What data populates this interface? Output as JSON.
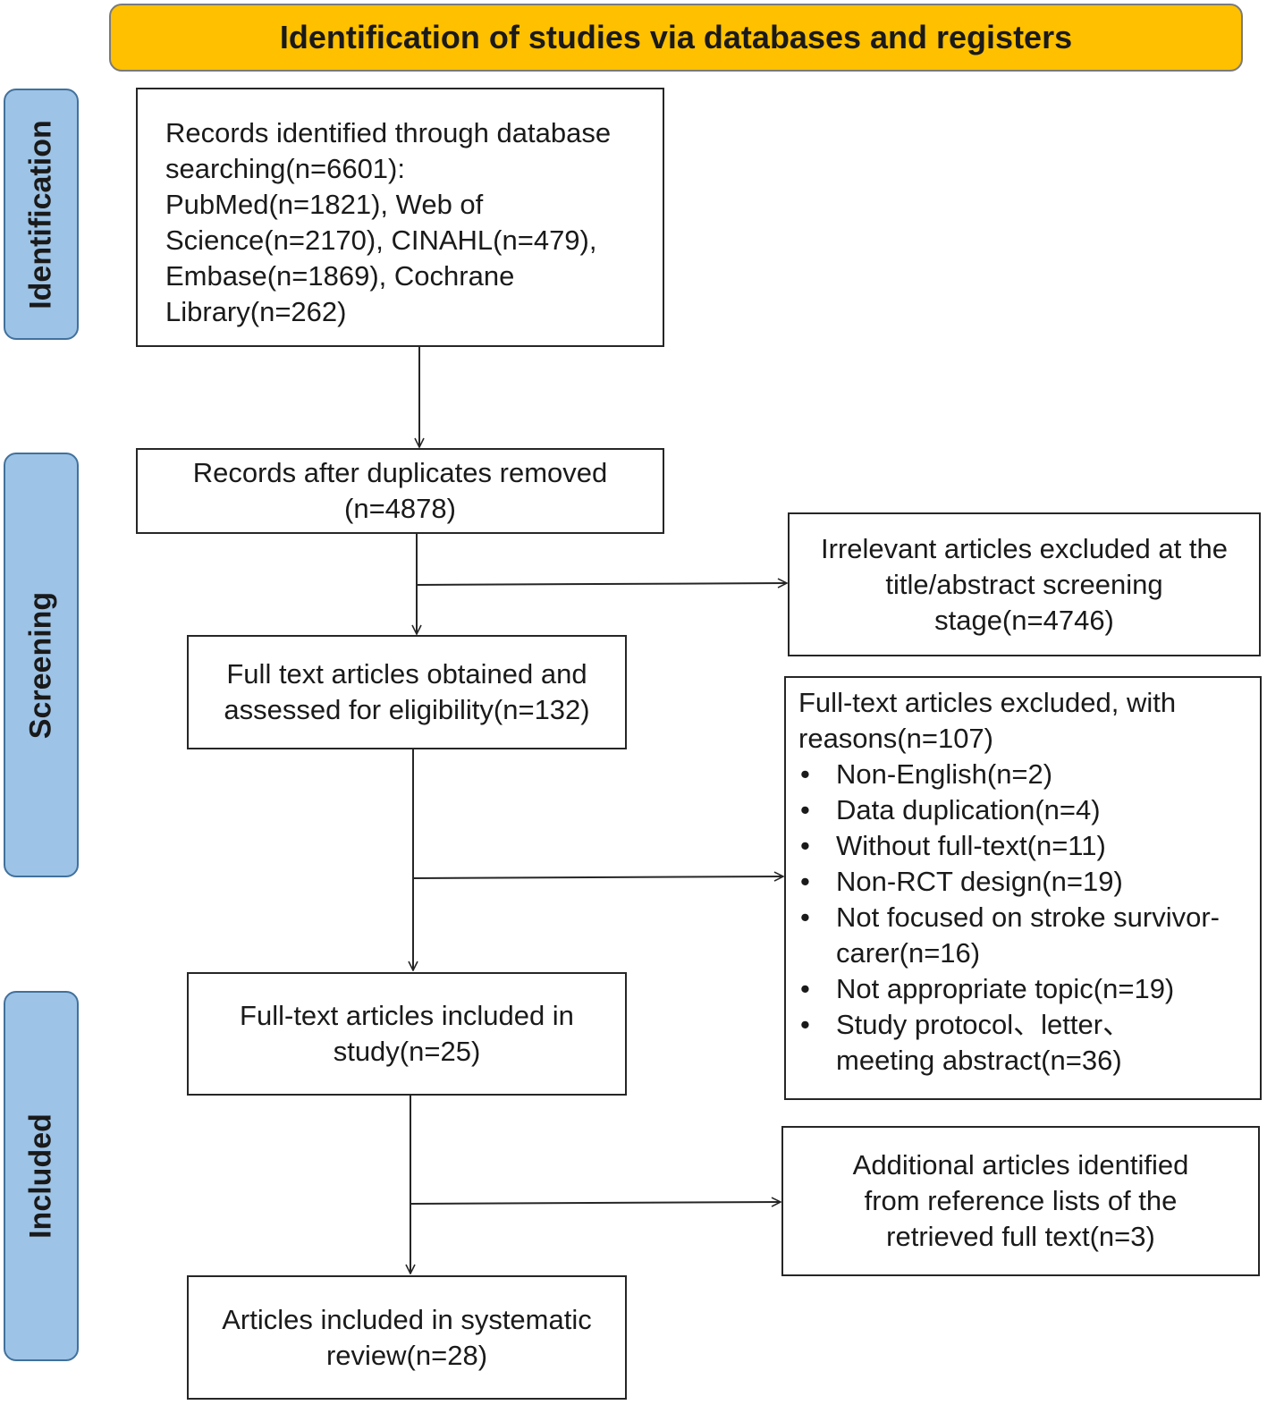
{
  "header": {
    "title": "Identification of studies via databases and registers"
  },
  "phases": {
    "identification": "Identification",
    "screening": "Screening",
    "included": "Included"
  },
  "boxes": {
    "records_identified": {
      "lines": [
        "Records identified through database",
        "searching(n=6601):",
        "PubMed(n=1821), Web of",
        "Science(n=2170), CINAHL(n=479),",
        "Embase(n=1869), Cochrane",
        "Library(n=262)"
      ]
    },
    "after_duplicates": {
      "lines": [
        "Records after duplicates removed",
        "(n=4878)"
      ]
    },
    "irrelevant_excluded": {
      "lines": [
        "Irrelevant articles excluded at the",
        "title/abstract screening",
        "stage(n=4746)"
      ]
    },
    "full_text_assessed": {
      "lines": [
        "Full text articles obtained and",
        "assessed for eligibility(n=132)"
      ]
    },
    "full_text_excluded": {
      "heading_lines": [
        "Full-text articles excluded, with",
        "reasons(n=107)"
      ],
      "bullet_symbol": "•",
      "reasons": [
        [
          "Non-English(n=2)"
        ],
        [
          "Data duplication(n=4)"
        ],
        [
          "Without full-text(n=11)"
        ],
        [
          "Non-RCT design(n=19)"
        ],
        [
          "Not focused on stroke survivor-",
          "carer(n=16)"
        ],
        [
          "Not appropriate topic(n=19)"
        ],
        [
          "Study protocol、letter、",
          "meeting abstract(n=36)"
        ]
      ]
    },
    "full_text_included": {
      "lines": [
        "Full-text articles included in",
        "study(n=25)"
      ]
    },
    "additional_articles": {
      "lines": [
        "Additional articles identified",
        "from reference lists of the",
        "retrieved full text(n=3)"
      ]
    },
    "systematic_review": {
      "lines": [
        "Articles included in systematic",
        "review(n=28)"
      ]
    }
  },
  "colors": {
    "header_fill": "#ffc000",
    "phase_fill": "#9dc3e6",
    "phase_border": "#41719c",
    "box_border": "#262626",
    "arrow": "#262626"
  }
}
